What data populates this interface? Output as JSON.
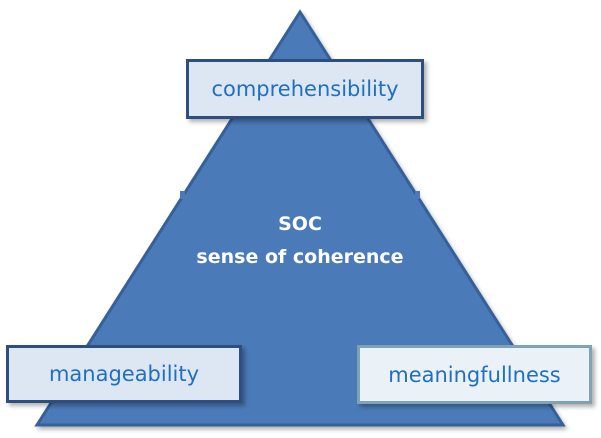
{
  "diagram": {
    "center_title": "SOC",
    "center_subtitle": "sense of coherence",
    "top_box": "comprehensibility",
    "left_box": "manageability",
    "right_box": "meaningfullness",
    "colors": {
      "triangle": "#4a7ab8",
      "triangle_border": "#35609a",
      "text": "#1f6fc2"
    }
  }
}
